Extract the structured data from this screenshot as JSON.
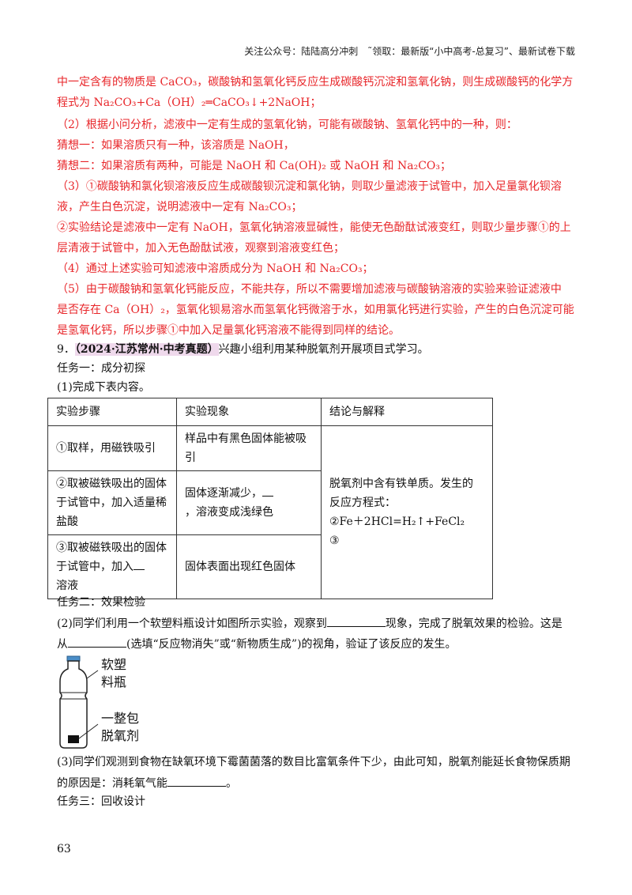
{
  "header": "关注公众号：陆陆高分冲刺　˜领取：最新版“小中高考-总复习”、最新试卷下载",
  "answer_lines": [
    "中一定含有的物质是 CaCO₃，碳酸钠和氢氧化钙反应生成碳酸钙沉淀和氢氧化钠，则生成碳酸钙的化学方",
    "程式为 Na₂CO₃+Ca（OH）₂═CaCO₃↓+2NaOH；",
    "（2）根据小问分析，滤液中一定有生成的氢氧化钠，可能有碳酸钠、氢氧化钙中的一种，则：",
    "猜想一：如果溶质只有一种，该溶质是 NaOH，",
    "猜想二：如果溶质有两种，可能是 NaOH 和 Ca(OH)₂ 或 NaOH 和 Na₂CO₃；",
    "（3）①碳酸钠和氯化钡溶液反应生成碳酸钡沉淀和氯化钠，则取少量滤液于试管中，加入足量氯化钡溶",
    "液，产生白色沉淀，说明滤液中一定有 Na₂CO₃；",
    "②实验结论是滤液中一定有 NaOH，氢氧化钠溶液显碱性，能使无色酚酞试液变红，则取少量步骤①的上",
    "层清液于试管中，加入无色酚酞试液，观察到溶液变红色；",
    "（4）通过上述实验可知滤液中溶质成分为 NaOH 和 Na₂CO₃；",
    "（5）由于碳酸钠和氢氧化钙能反应，不能共存，所以不需要增加滤液与碳酸钠溶液的实验来验证滤液中",
    "是否存在 Ca（OH）₂，氢氧化钡易溶水而氢氧化钙微溶于水，如用氯化钙进行实验，产生的白色沉淀可能",
    "是氢氧化钙，所以步骤①中加入足量氯化钙溶液不能得到同样的结论。"
  ],
  "q9": {
    "number": "9．",
    "source": "（2024·江苏常州·中考真题）",
    "stem": "兴趣小组利用某种脱氧剂开展项目式学习。",
    "task1": "任务一：成分初探",
    "sub1": "(1)完成下表内容。",
    "table": {
      "headers": [
        "实验步骤",
        "实验现象",
        "结论与解释"
      ],
      "row1_step": "①取样，用磁铁吸引",
      "row1_phen": "样品中有黑色固体能被吸引",
      "row2_step": [
        "②取被磁铁吸出的固体",
        "于试管中，加入适量稀",
        "盐酸"
      ],
      "row2_phen_a": "固体逐渐减少，",
      "row2_phen_b": "，溶液变成浅绿色",
      "row3_step": [
        "③取被磁铁吸出的固体",
        "于试管中，加入",
        "溶液"
      ],
      "row3_phen": "固体表面出现红色固体",
      "conclusion": [
        "脱氧剂中含有铁单质。发生的",
        "反应方程式：",
        "②Fe＋2HCl=H₂↑+FeCl₂",
        "③"
      ]
    },
    "task2": "任务二：效果检验",
    "sub2_a": "(2)同学们利用一个软塑料瓶设计如图所示实验，观察到",
    "sub2_b": "现象，完成了脱氧效果的检验。这是",
    "sub2_c": "从",
    "sub2_d": "(选填“反应物消失”或“新物质生成”)的视角，验证了该反应的发生。",
    "figure_labels": [
      "软塑",
      "料瓶",
      "一整包",
      "脱氧剂"
    ],
    "sub3_a": "(3)同学们观测到食物在缺氧环境下霉菌菌落的数目比富氧条件下少，由此可知，脱氧剂能延长食物保质期",
    "sub3_b": "的原因是：消耗氧气能",
    "sub3_c": "。",
    "task3": "任务三：回收设计"
  },
  "page_number": "63"
}
